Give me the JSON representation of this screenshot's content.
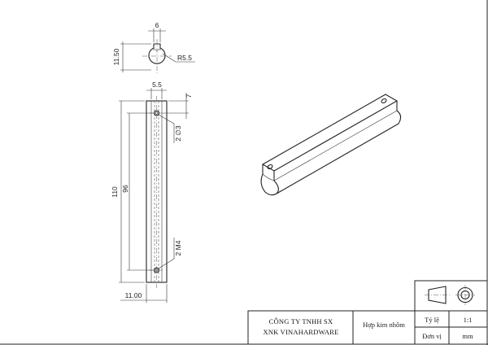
{
  "section_view": {
    "dim_slot_width": "6",
    "dim_height": "11.50",
    "dim_radius": "R5.5"
  },
  "front_view": {
    "dim_top_width": "5.5",
    "dim_top_offset": "7",
    "dim_holes_top": "2 ∅3",
    "dim_total_length": "110",
    "dim_hole_spacing": "96",
    "dim_holes_bottom": "2 M4",
    "dim_bottom_width": "11.00"
  },
  "title_block": {
    "company_line1": "CÔNG TY TNHH SX",
    "company_line2": "XNK VINAHARDWARE",
    "material": "Hợp kim nhôm",
    "scale_label": "Tỷ lệ",
    "scale_value": "1:1",
    "unit_label": "Đơn vị",
    "unit_value": "mm"
  }
}
